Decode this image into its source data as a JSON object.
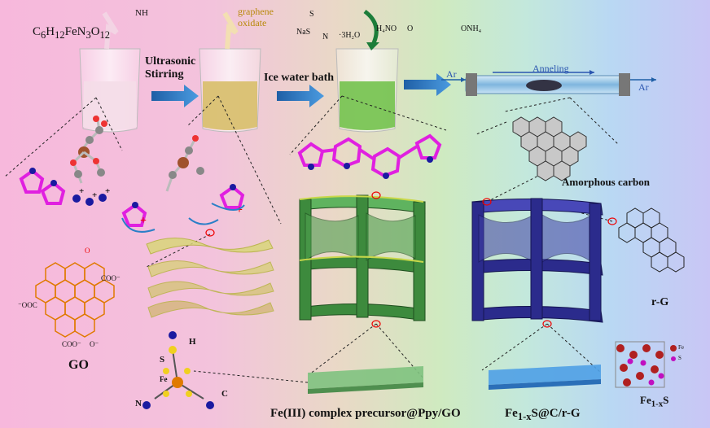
{
  "formula_prefix": "C",
  "formula_prefix_sub": "6",
  "formula_h": "H",
  "formula_h_sub": "12",
  "formula_mid": "FeN",
  "formula_n_sub": "3",
  "formula_o": "O",
  "formula_o_sub": "12",
  "pyrrole_nh": "NH",
  "step1_line1": "Ultrasonic",
  "step1_line2": "Stirring",
  "graphene_line1": "graphene",
  "graphene_line2": "oxidate",
  "nas_label": "NaS",
  "n_label": "N",
  "s_label": "S",
  "water_label": "·3H₂O",
  "aps_left": "H₄NO",
  "aps_right": "ONH₄",
  "aps_o": "O",
  "step2": "Ice water bath",
  "anneal_label": "Anneling",
  "ar_in": "Ar",
  "ar_out": "Ar",
  "amorphous": "Amorphous carbon",
  "rg": "r-G",
  "go": "GO",
  "complex_h": "H",
  "complex_s": "S",
  "complex_fe": "Fe",
  "complex_n": "N",
  "complex_c": "C",
  "precursor_title": "Fe(III) complex precursor@Ppy/GO",
  "product_fe": "Fe",
  "product_sub": "1-x",
  "product_s": "S@C/r-G",
  "crystal_fe": "Fe",
  "crystal_sub": "1-x",
  "crystal_s": "S",
  "legend_fe": "Fe",
  "legend_s": "S",
  "go_cooh": "COO⁻",
  "go_ooc": "⁻OOC",
  "go_o": "O",
  "go_o_minus": "O⁻",
  "colors": {
    "pyrrole": "#e020e0",
    "nitrogen": "#1a1aa0",
    "go": "#e07a00",
    "green_frame": "#3d8a3d",
    "blue_frame": "#2b2b8c",
    "arrow": "#2a6fb8"
  }
}
